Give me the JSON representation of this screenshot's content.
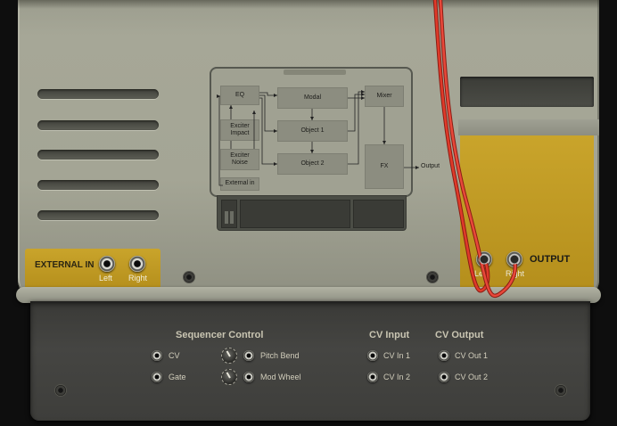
{
  "diagram": {
    "blocks": {
      "eq": "EQ",
      "exciter_impact": "Exciter\nImpact",
      "exciter_noise": "Exciter\nNoise",
      "external_in": "External in",
      "modal": "Modal",
      "object1": "Object 1",
      "object2": "Object 2",
      "mixer": "Mixer",
      "fx": "FX"
    },
    "output_label": "Output"
  },
  "external_in": {
    "label": "EXTERNAL IN",
    "left": "Left",
    "right": "Right"
  },
  "output": {
    "label": "OUTPUT",
    "left": "Left",
    "right": "Right"
  },
  "sequencer_control": {
    "title": "Sequencer Control",
    "cv": "CV",
    "gate": "Gate",
    "pitch_bend": "Pitch Bend",
    "mod_wheel": "Mod Wheel"
  },
  "cv_input": {
    "title": "CV Input",
    "in1": "CV In 1",
    "in2": "CV In 2"
  },
  "cv_output": {
    "title": "CV Output",
    "out1": "CV Out 1",
    "out2": "CV Out 2"
  },
  "colors": {
    "panel": "#a4a595",
    "gold": "#c9a42b",
    "cable": "#e03a2a",
    "lower_panel": "#42423f"
  }
}
